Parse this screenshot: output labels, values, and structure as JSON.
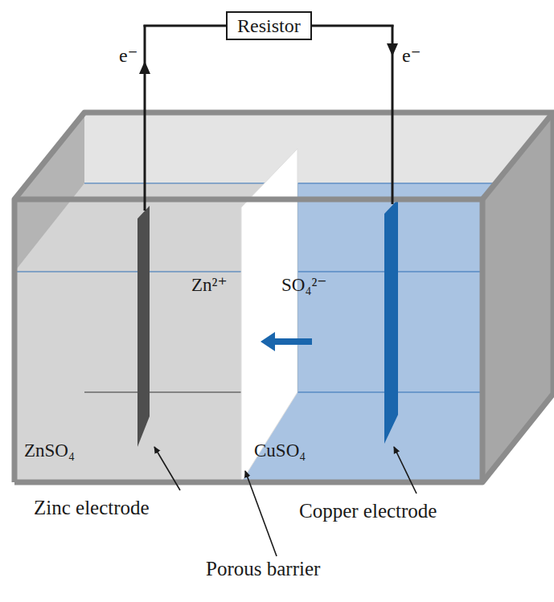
{
  "diagram": {
    "nodes": [
      {
        "text": [
          "Resistor"
        ]
      }
    ],
    "labels": [
      "e⁻",
      "e⁻",
      "Zn²⁺",
      "SO₄²⁻",
      "ZnSO₄",
      "CuSO₄",
      "Zinc electrode",
      "Copper electrode",
      "Porous barrier"
    ]
  }
}
